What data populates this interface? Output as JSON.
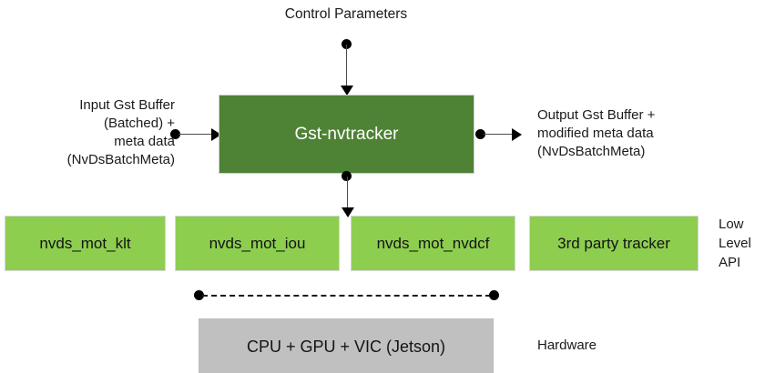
{
  "diagram": {
    "title_top": "Control Parameters",
    "main_block": {
      "label": "Gst-nvtracker",
      "fill_color": "#4E8234",
      "text_color": "#FFFFFF"
    },
    "input_label": "Input Gst Buffer\n(Batched) +\nmeta data\n(NvDsBatchMeta)",
    "output_label": "Output Gst Buffer +\nmodified meta data\n(NvDsBatchMeta)",
    "low_level_api": {
      "side_label": "Low\nLevel\nAPI",
      "fill_color": "#8DCE4F",
      "boxes": [
        {
          "label": "nvds_mot_klt"
        },
        {
          "label": "nvds_mot_iou"
        },
        {
          "label": "nvds_mot_nvdcf"
        },
        {
          "label": "3rd party tracker"
        }
      ]
    },
    "hardware": {
      "label": "CPU + GPU + VIC (Jetson)",
      "side_label": "Hardware",
      "fill_color": "#C0C0C0"
    },
    "connectors": {
      "top": "control-parameters-arrow",
      "left": "input-buffer-arrow",
      "right": "output-buffer-arrow",
      "bottom": "low-level-api-arrow",
      "hardware": "hardware-dashed-link"
    }
  }
}
